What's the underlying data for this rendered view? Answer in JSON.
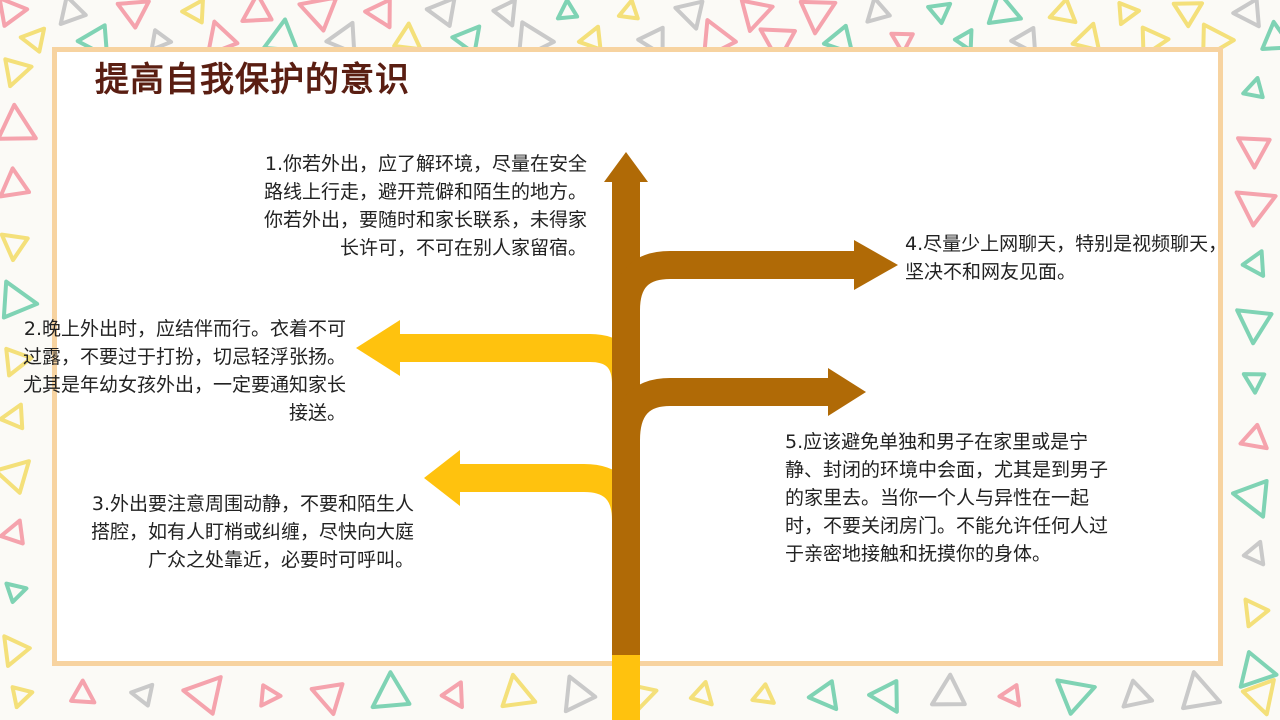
{
  "title": "提高自我保护的意识",
  "colors": {
    "frame": "#f7d3a0",
    "title": "#5a1e12",
    "brown_arrow": "#b06a06",
    "yellow_arrow": "#ffc20e"
  },
  "notes": [
    {
      "id": "n1",
      "text": "1.你若外出，应了解环境，尽量在安全路线上行走，避开荒僻和陌生的地方。你若外出，要随时和家长联系，未得家长许可，不可在别人家留宿。"
    },
    {
      "id": "n2",
      "text": "2.晚上外出时，应结伴而行。衣着不可过露，不要过于打扮，切忌轻浮张扬。尤其是年幼女孩外出，一定要通知家长接送。"
    },
    {
      "id": "n3",
      "text": "3.外出要注意周围动静，不要和陌生人搭腔，如有人盯梢或纠缠，尽快向大庭广众之处靠近，必要时可呼叫。"
    },
    {
      "id": "n4",
      "text": "4.尽量少上网聊天，特别是视频聊天，坚决不和网友见面。"
    },
    {
      "id": "n5",
      "text": "5.应该避免单独和男子在家里或是宁静、封闭的环境中会面，尤其是到男子的家里去。当你一个人与异性在一起时，不要关闭房门。不能允许任何人过于亲密地接触和抚摸你的身体。"
    }
  ]
}
